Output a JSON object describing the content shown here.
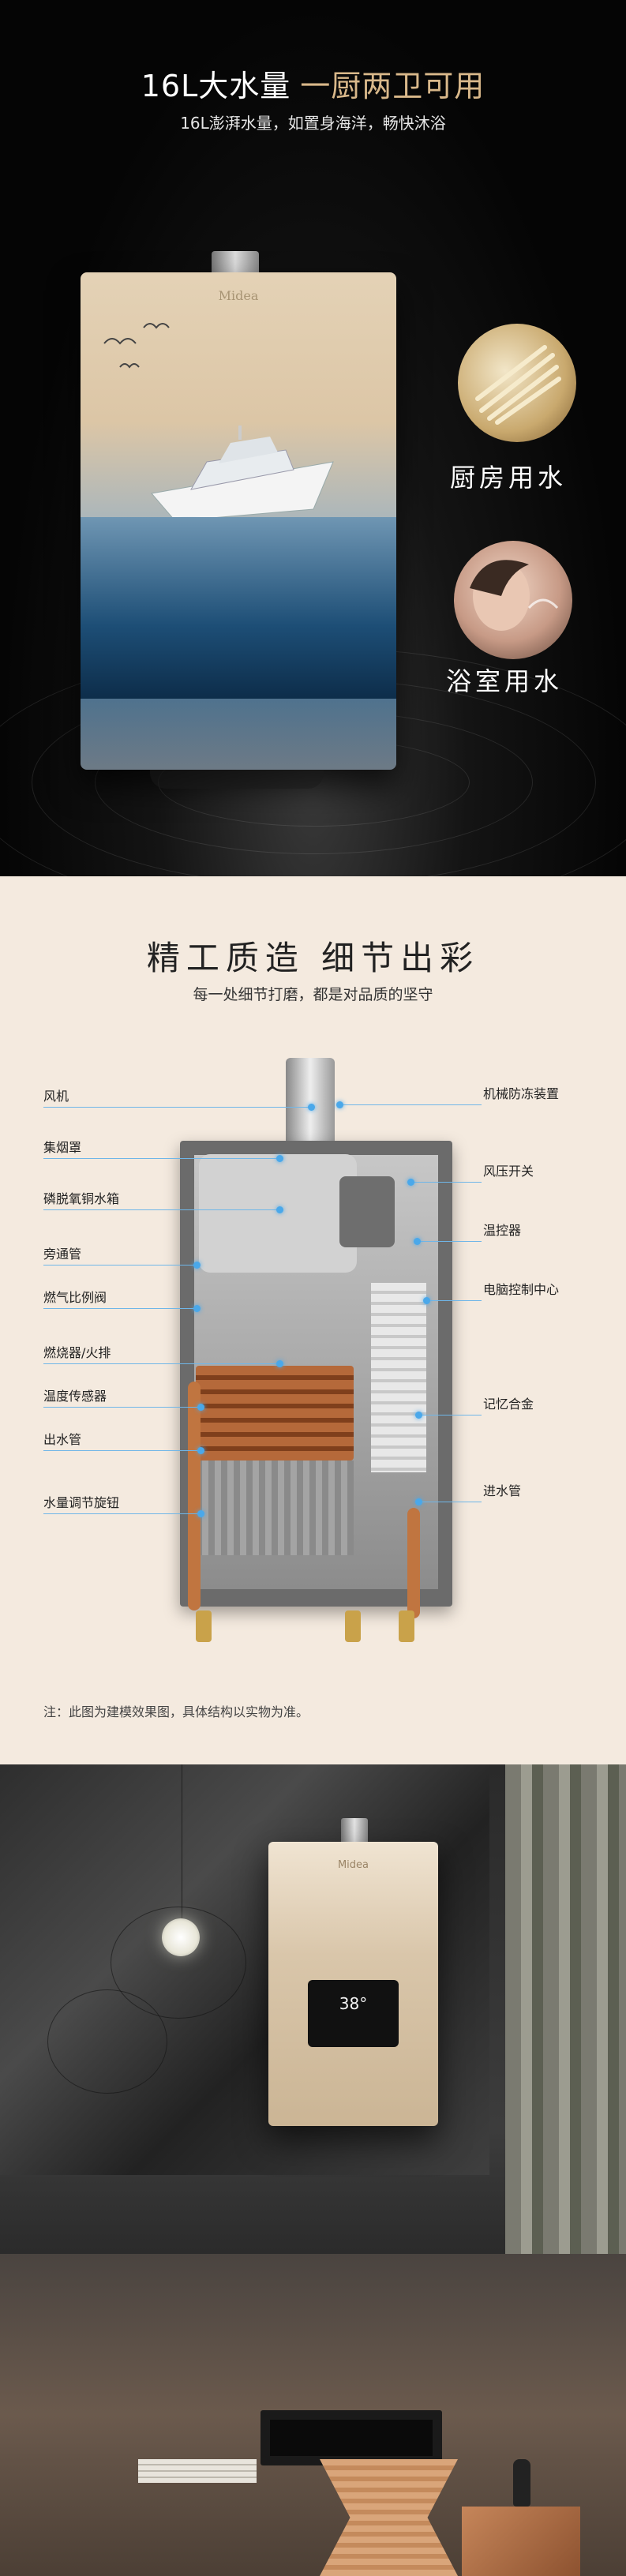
{
  "hero": {
    "title_main": "16L大水量",
    "title_highlight": "一厨两卫可用",
    "subtitle": "16L澎湃水量，如置身海洋，畅快沐浴",
    "brand": "Midea",
    "kitchen_label": "厨房用水",
    "bath_label": "浴室用水"
  },
  "detail": {
    "title": "精工质造   细节出彩",
    "subtitle": "每一处细节打磨，都是对品质的坚守",
    "left_labels": [
      "风机",
      "集烟罩",
      "磷脱氧铜水箱",
      "旁通管",
      "燃气比例阀",
      "燃烧器/火排",
      "温度传感器",
      "出水管",
      "水量调节旋钮"
    ],
    "right_labels": [
      "机械防冻装置",
      "风压开关",
      "温控器",
      "电脑控制中心",
      "记忆合金",
      "进水管"
    ],
    "note": "注：此图为建模效果图，具体结构以实物为准。"
  },
  "scene": {
    "brand": "Midea",
    "temp": "38°"
  }
}
